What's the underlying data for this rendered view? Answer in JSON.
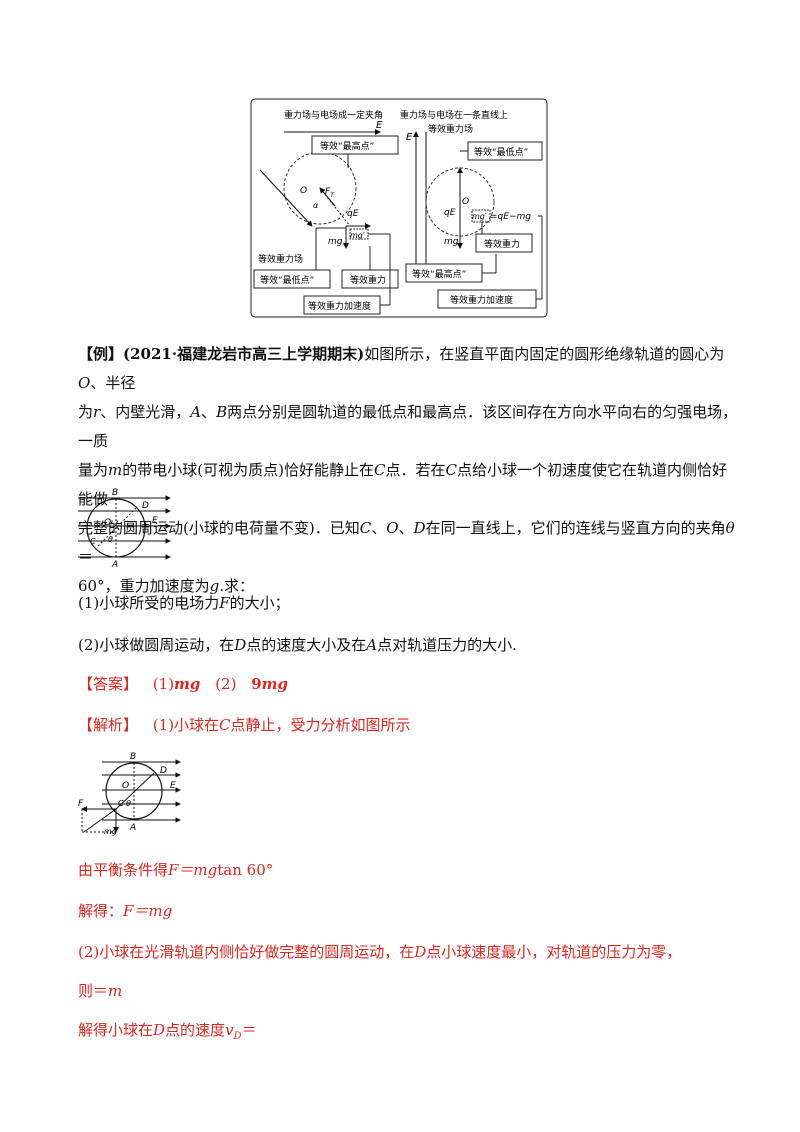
{
  "figure1": {
    "left_title": "重力场与电场成一定夹角",
    "right_title": "重力场与电场在一条直线上",
    "right_subtitle": "等效重力场",
    "E": "E",
    "O": "O",
    "FT": "F",
    "FT_sub": "T",
    "alpha": "α",
    "qE": "qE",
    "mg": "mg",
    "mgp": "mg′",
    "qE_minus_mg": "=qE−mg",
    "box_eq_high_left": "等效“最高点”",
    "box_eq_low_right": "等效“最低点”",
    "eq_gravity_field_label": "等效重力场",
    "box_eq_low_left": "等效“最低点”",
    "box_eq_gravity_left": "等效重力",
    "box_eq_accel_left": "等效重力加速度",
    "box_eq_gravity_right": "等效重力",
    "box_eq_high_right": "等效“最高点”",
    "box_eq_accel_right": "等效重力加速度"
  },
  "example": {
    "tag": "【例】",
    "source": "(2021·福建龙岩市高三上学期期末)",
    "l1": "如图所示，在竖直平面内固定的圆形绝缘轨道的圆心为",
    "O": "O",
    "l1b": "、半径",
    "l2a": "为",
    "r": "r",
    "l2b": "、内壁光滑，",
    "A": "A",
    "sep": "、",
    "B": "B",
    "l2c": "两点分别是圆轨道的最低点和最高点．该区间存在方向水平向右的匀强电场，一质",
    "l3a": "量为",
    "m": "m",
    "l3b": "的带电小球(可视为质点)恰好能静止在",
    "C": "C",
    "l3c": "点．若在",
    "l3d": "点给小球一个初速度使它在轨道内侧恰好能做",
    "l4a": "完整的圆周运动(小球的电荷量不变)．已知",
    "D": "D",
    "l4b": "在同一直线上，它们的连线与竖直方向的夹角",
    "theta": "θ",
    "eq": "＝",
    "l5a": "60°，重力加速度为",
    "g": "g",
    "l5b": ".求："
  },
  "figure2": {
    "B": "B",
    "D": "D",
    "O": "O",
    "E": "E",
    "C": "C",
    "theta": "θ",
    "A": "A"
  },
  "questions": {
    "q1a": "(1)小球所受的电场力",
    "F": "F",
    "q1b": "的大小；",
    "q2a": "(2)小球做圆周运动，在",
    "D": "D",
    "q2b": "点的速度大小及在",
    "A": "A",
    "q2c": "点对轨道压力的大小."
  },
  "answer": {
    "label": "【答案】",
    "a1": "(1)",
    "mg": "mg",
    "a2": "(2)",
    "a2v": "9",
    "mg2": "mg"
  },
  "analysis": {
    "label": "【解析】",
    "t1a": "(1)小球在",
    "C": "C",
    "t1b": "点静止，受力分析如图所示"
  },
  "figure3": {
    "B": "B",
    "D": "D",
    "O": "O",
    "E": "E",
    "F": "F",
    "C": "C",
    "theta": "θ",
    "mg": "mg",
    "A": "A"
  },
  "solution": {
    "s1": "由平衡条件得",
    "s1eq": "F＝mg",
    "s1tan": "tan 60°",
    "s2": "解得：",
    "s2eq": "F＝mg",
    "s3a": "(2)小球在光滑轨道内侧恰好做完整的圆周运动，在",
    "s3D": "D",
    "s3b": "点小球速度最小，对轨道的压力为零，",
    "s4a": "则＝",
    "s4m": "m",
    "s5a": "解得小球在",
    "s5D": "D",
    "s5b": "点的速度",
    "s5v": "v",
    "s5sub": "D",
    "s5eq": "＝"
  }
}
